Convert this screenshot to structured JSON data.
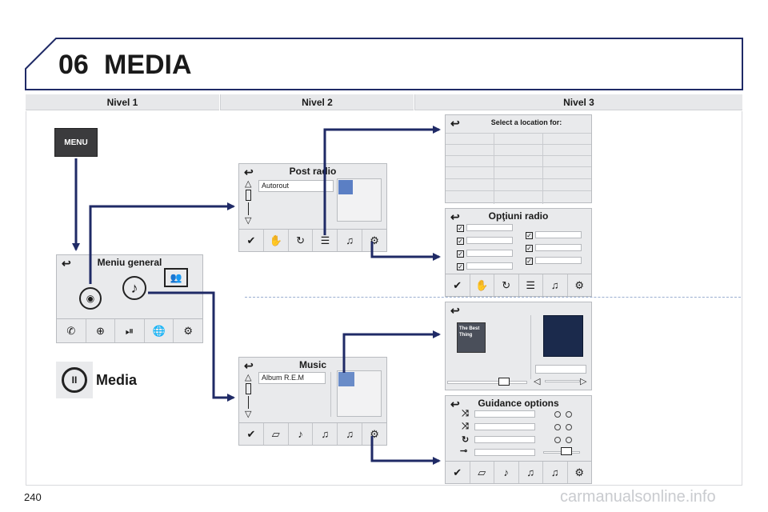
{
  "header": {
    "chapter_number": "06",
    "chapter_title": "MEDIA"
  },
  "columns": [
    "Nivel 1",
    "Nivel 2",
    "Nivel 3"
  ],
  "menu_button": {
    "label": "MENU"
  },
  "main_menu": {
    "title": "Meniu general",
    "toolbar_icons": [
      "bluetooth-phone-icon",
      "navigation-icon",
      "media-icon",
      "internet-icon",
      "settings-icon"
    ]
  },
  "media_label": "Media",
  "radio_screen": {
    "title": "Post radio",
    "station": "Autorout"
  },
  "music_screen": {
    "title": "Music",
    "album": "Album R.E.M"
  },
  "location_screen": {
    "title": "Select a location for:"
  },
  "radio_options": {
    "title": "Opţiuni radio"
  },
  "cover_screen": {
    "album_caption": "The Best Thing"
  },
  "guidance_options": {
    "title": "Guidance options"
  },
  "icons": {
    "back": "↩",
    "check": "✔",
    "note": "♪",
    "notes": "♫",
    "gear": "⚙",
    "repeat": "↻",
    "list": "☰",
    "shuffle": "⤨"
  },
  "page_number": "240",
  "watermark": "carmanualsonline.info",
  "colors": {
    "connector": "#1f2a66",
    "dashed": "#9aaed0",
    "panel": "#e9eaec"
  }
}
